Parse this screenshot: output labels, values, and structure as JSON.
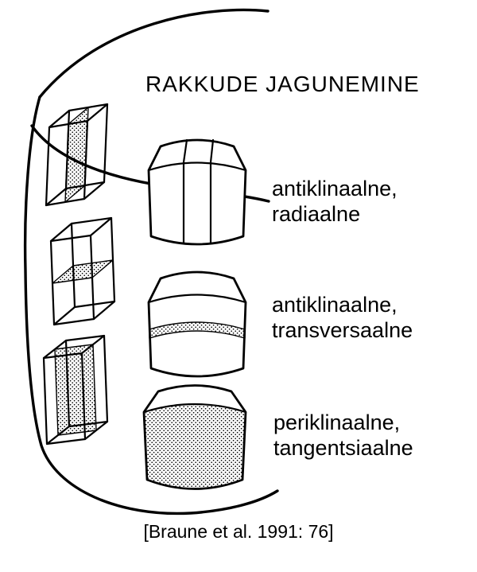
{
  "title": "RAKKUDE JAGUNEMINE",
  "labels": [
    {
      "line1": "antiklinaalne,",
      "line2": "radiaalne"
    },
    {
      "line1": "antiklinaalne,",
      "line2": "transversaalne"
    },
    {
      "line1": "periklinaalne,",
      "line2": "tangentsiaalne"
    }
  ],
  "citation": "[Braune et al. 1991: 76]",
  "colors": {
    "ink": "#000000",
    "background": "#ffffff"
  }
}
